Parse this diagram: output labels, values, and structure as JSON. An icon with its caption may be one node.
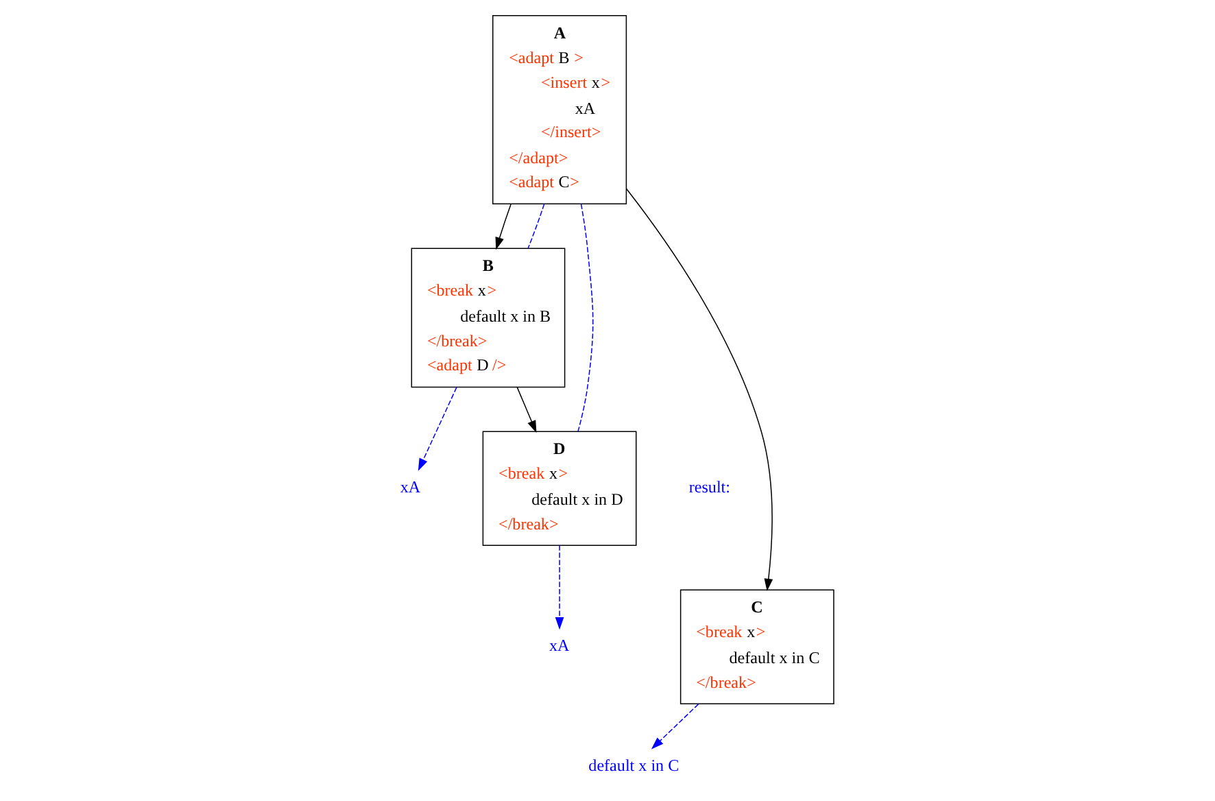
{
  "diagram": {
    "nodes": [
      {
        "text": [
          "A",
          "<adapt B >",
          "<insert x>",
          "xA",
          "</insert>",
          "</adapt>",
          "<adapt C>"
        ]
      },
      {
        "text": [
          "B",
          "<break x>",
          "default x in B",
          "</break>",
          "<adapt D />"
        ]
      },
      {
        "text": [
          "C",
          "<break x>",
          "default x in C",
          "</break>"
        ]
      },
      {
        "text": [
          "D",
          "<break x>",
          "default x in D",
          "</break>"
        ]
      },
      {
        "text": [
          "xA"
        ]
      },
      {
        "text": [
          "xA"
        ]
      },
      {
        "text": [
          "default x in C"
        ]
      }
    ],
    "edges": [
      {
        "from": 0,
        "to": 1,
        "arrow": "to",
        "color": "#000000"
      },
      {
        "from": 0,
        "to": 2,
        "arrow": "to",
        "color": "#000000"
      },
      {
        "from": 1,
        "to": 3,
        "arrow": "to",
        "color": "#000000"
      },
      {
        "from": 0,
        "to": 1,
        "arrow": "none",
        "style": "dashed"
      },
      {
        "from": 1,
        "to": 4,
        "arrow": "to",
        "style": "dashed"
      },
      {
        "from": 0,
        "to": 3,
        "arrow": "none",
        "style": "dashed"
      },
      {
        "from": 3,
        "to": 5,
        "arrow": "to",
        "style": "dashed"
      },
      {
        "from": 2,
        "to": 6,
        "arrow": "to",
        "style": "dashed"
      }
    ],
    "labels": [
      "result:"
    ]
  }
}
